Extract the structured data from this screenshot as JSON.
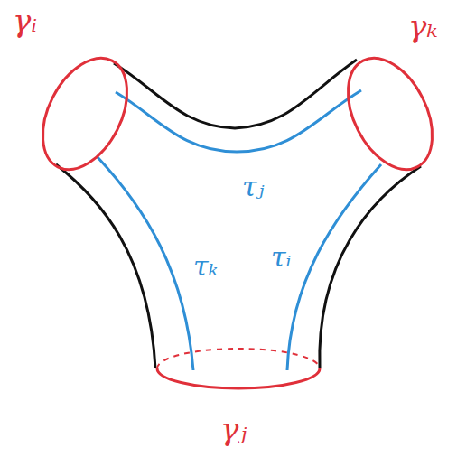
{
  "diagram": {
    "labels": [
      "γᵢ",
      "γₖ",
      "τⱼ",
      "τₖ",
      "τᵢ",
      "γⱼ"
    ]
  }
}
